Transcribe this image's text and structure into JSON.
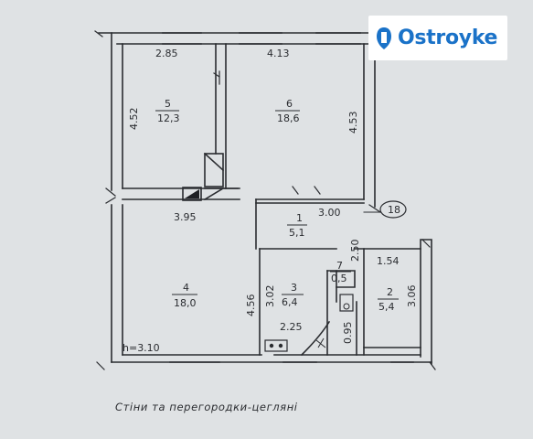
{
  "logo": {
    "brand": "Ostroyke"
  },
  "caption": "Стіни та перегородки-цегляні",
  "plan": {
    "rooms": [
      {
        "id": "5",
        "number": "5",
        "area": "12,3"
      },
      {
        "id": "6",
        "number": "6",
        "area": "18,6"
      },
      {
        "id": "1",
        "number": "1",
        "area": "5,1"
      },
      {
        "id": "4",
        "number": "4",
        "area": "18,0"
      },
      {
        "id": "3",
        "number": "3",
        "area": "6,4"
      },
      {
        "id": "7",
        "number": "7",
        "area": "0,5"
      },
      {
        "id": "2",
        "number": "2",
        "area": "5,4"
      }
    ],
    "dimensions": {
      "d_285": "2.85",
      "d_413": "4.13",
      "d_452": "4.52",
      "d_453": "4.53",
      "d_395": "3.95",
      "d_300": "3.00",
      "d_250": "2.50",
      "d_154": "1.54",
      "d_456": "4.56",
      "d_302": "3.02",
      "d_306": "3.06",
      "d_225": "2.25",
      "d_095": "0.95"
    },
    "ceiling_height": "h=3.10",
    "axis_marker": "18"
  }
}
